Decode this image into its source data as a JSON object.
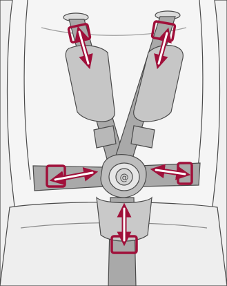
{
  "figure": {
    "subject": "stroller-five-point-harness",
    "colors": {
      "line": "#4a4a4a",
      "seat_fill": "#f0f0f0",
      "strap_fill": "#a9a9a9",
      "pad_fill": "#c6c6c6",
      "accent": "#a0103a",
      "arrow_fill": "#ffffff"
    },
    "adjustment_points": [
      {
        "name": "left-shoulder-strap",
        "directions": "up-down"
      },
      {
        "name": "right-shoulder-strap",
        "directions": "up-down"
      },
      {
        "name": "left-waist-strap",
        "directions": "left-right"
      },
      {
        "name": "right-waist-strap",
        "directions": "left-right"
      },
      {
        "name": "crotch-strap",
        "directions": "up-down"
      }
    ]
  }
}
